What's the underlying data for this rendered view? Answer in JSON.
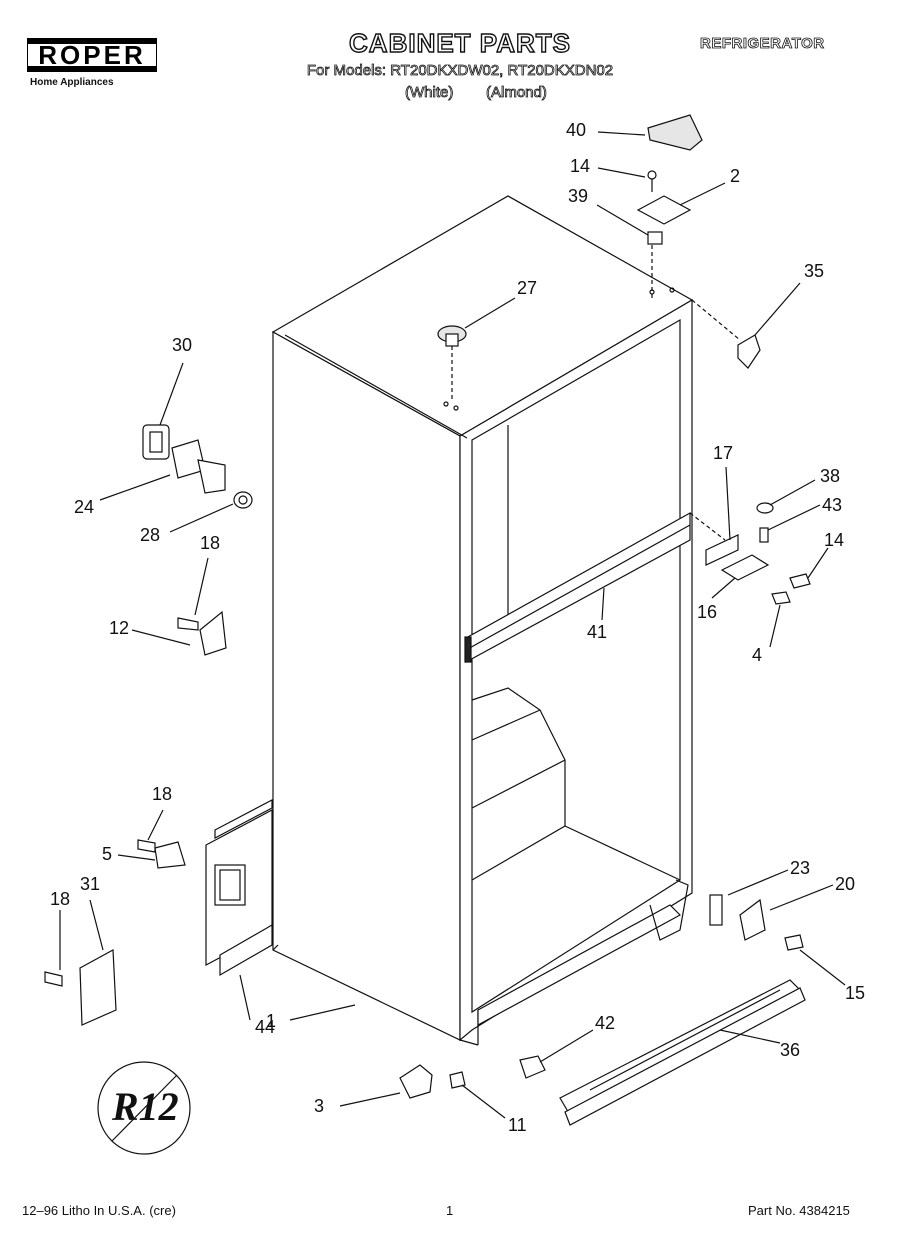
{
  "header": {
    "brand": "ROPER",
    "brand_sub": "Home Appliances",
    "title": "CABINET PARTS",
    "category": "REFRIGERATOR",
    "models_line": "For Models: RT20DKXDW02, RT20DKXDN02",
    "variant_white": "(White)",
    "variant_almond": "(Almond)"
  },
  "callouts": {
    "c40": "40",
    "c14a": "14",
    "c2": "2",
    "c39": "39",
    "c35": "35",
    "c27": "27",
    "c30": "30",
    "c24": "24",
    "c28": "28",
    "c18a": "18",
    "c12": "12",
    "c17": "17",
    "c38": "38",
    "c43": "43",
    "c14b": "14",
    "c16": "16",
    "c4": "4",
    "c41": "41",
    "c18b": "18",
    "c5": "5",
    "c18c": "18",
    "c31": "31",
    "c1": "1",
    "c44": "44",
    "c23": "23",
    "c20": "20",
    "c15": "15",
    "c42": "42",
    "c36": "36",
    "c3": "3",
    "c11": "11",
    "rating_mark": "R12"
  },
  "footer": {
    "left": "12–96 Litho In U.S.A. (cre)",
    "page": "1",
    "part": "Part No. 4384215"
  }
}
